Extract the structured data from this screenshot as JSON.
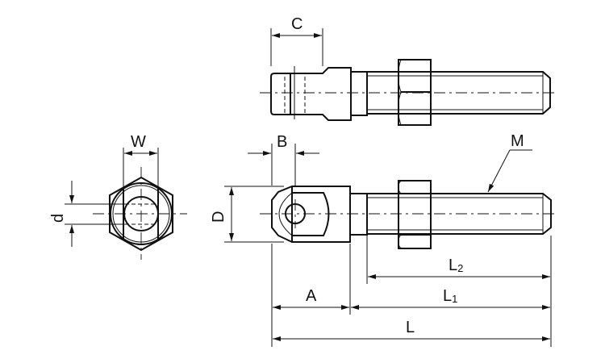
{
  "labels": {
    "C": "C",
    "W": "W",
    "B": "B",
    "D": "D",
    "d": "d",
    "M": "M",
    "A": "A",
    "L": "L",
    "L1_main": "L",
    "L1_sub": "1",
    "L2_main": "L",
    "L2_sub": "2"
  }
}
